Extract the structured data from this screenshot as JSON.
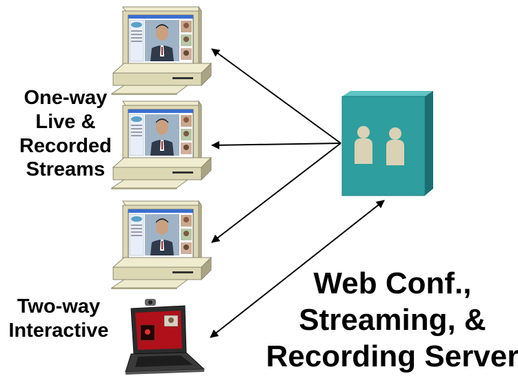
{
  "labels": {
    "oneway": [
      "One-way",
      "Live &",
      "Recorded",
      "Streams"
    ],
    "twoway": [
      "Two-way",
      "Interactive"
    ],
    "server": [
      "Web Conf.,",
      "Streaming, &",
      "Recording Server"
    ]
  },
  "colors": {
    "server_front": "#2f9e9e",
    "server_top": "#5fc4c4",
    "server_side": "#1b6f73",
    "person": "#d9d2b4",
    "computer_beige": "#ddd8b4",
    "laptop_screen": "#b0101a",
    "arrow": "#000000"
  },
  "icons": [
    "desktop-computer-icon",
    "laptop-icon",
    "server-icon",
    "person-icon"
  ]
}
